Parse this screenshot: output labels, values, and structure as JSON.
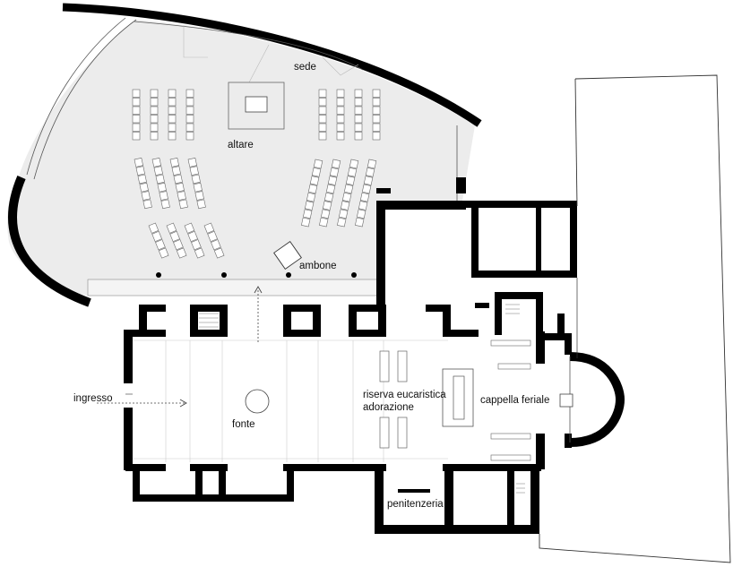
{
  "labels": {
    "sede": "sede",
    "altare": "altare",
    "ambone": "ambone",
    "ingresso": "ingresso",
    "fonte": "fonte",
    "riserva_line1": "riserva eucaristica",
    "riserva_line2": "adorazione",
    "cappella_feriale": "cappella feriale",
    "penitenzeria": "penitenzeria"
  }
}
